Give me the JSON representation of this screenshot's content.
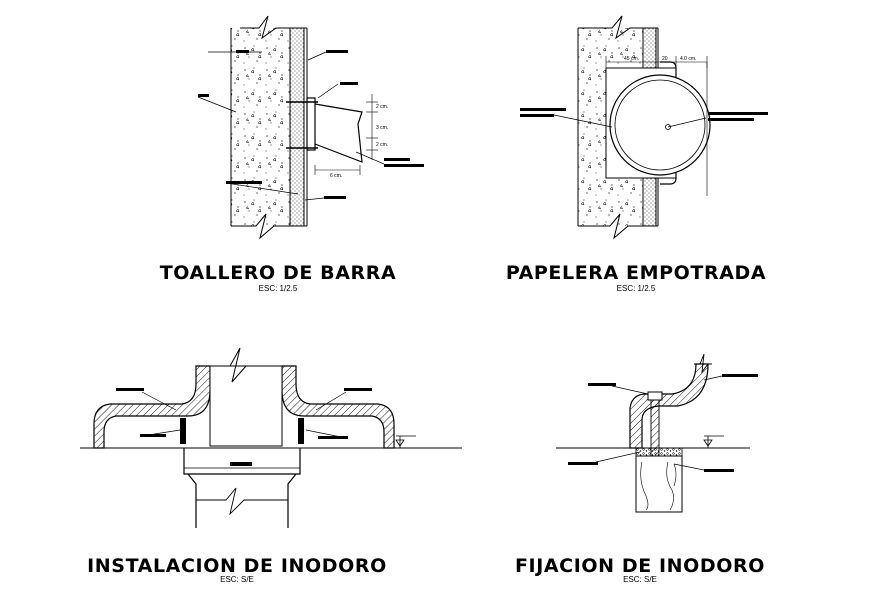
{
  "sheet": {
    "colors": {
      "line": "#000000",
      "background": "#ffffff",
      "hatch": "#000000"
    }
  },
  "details": [
    {
      "title": "TOALLERO DE BARRA",
      "scale": "ESC: 1/2.5",
      "dims": [
        "2 cm.",
        "3 cm.",
        "2 cm.",
        "6 cm."
      ]
    },
    {
      "title": "PAPELERA EMPOTRADA",
      "scale": "ESC: 1/2.5",
      "dims": [
        "45 cm.",
        "20",
        "4.0 cm."
      ]
    },
    {
      "title": "INSTALACION DE INODORO",
      "scale": "ESC: S/E"
    },
    {
      "title": "FIJACION DE INODORO",
      "scale": "ESC: S/E"
    }
  ]
}
